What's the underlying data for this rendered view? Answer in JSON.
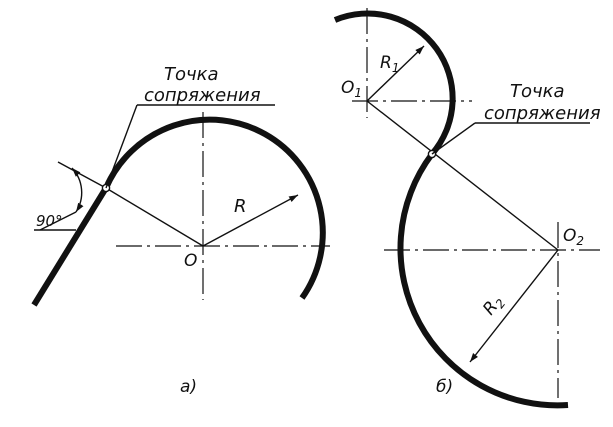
{
  "figure_a": {
    "callout_line1": "Точка",
    "callout_line2": "сопряжения",
    "angle_label": "90°",
    "radius_label": "R",
    "center_label": "O",
    "caption": "а)"
  },
  "figure_b": {
    "callout_line1": "Точка",
    "callout_line2": "сопряжения",
    "center1_label": "O",
    "center1_sub": "1",
    "radius1_label": "R",
    "radius1_sub": "1",
    "center2_label": "O",
    "center2_sub": "2",
    "radius2_label": "R",
    "radius2_sub": "2",
    "caption": "б)"
  }
}
